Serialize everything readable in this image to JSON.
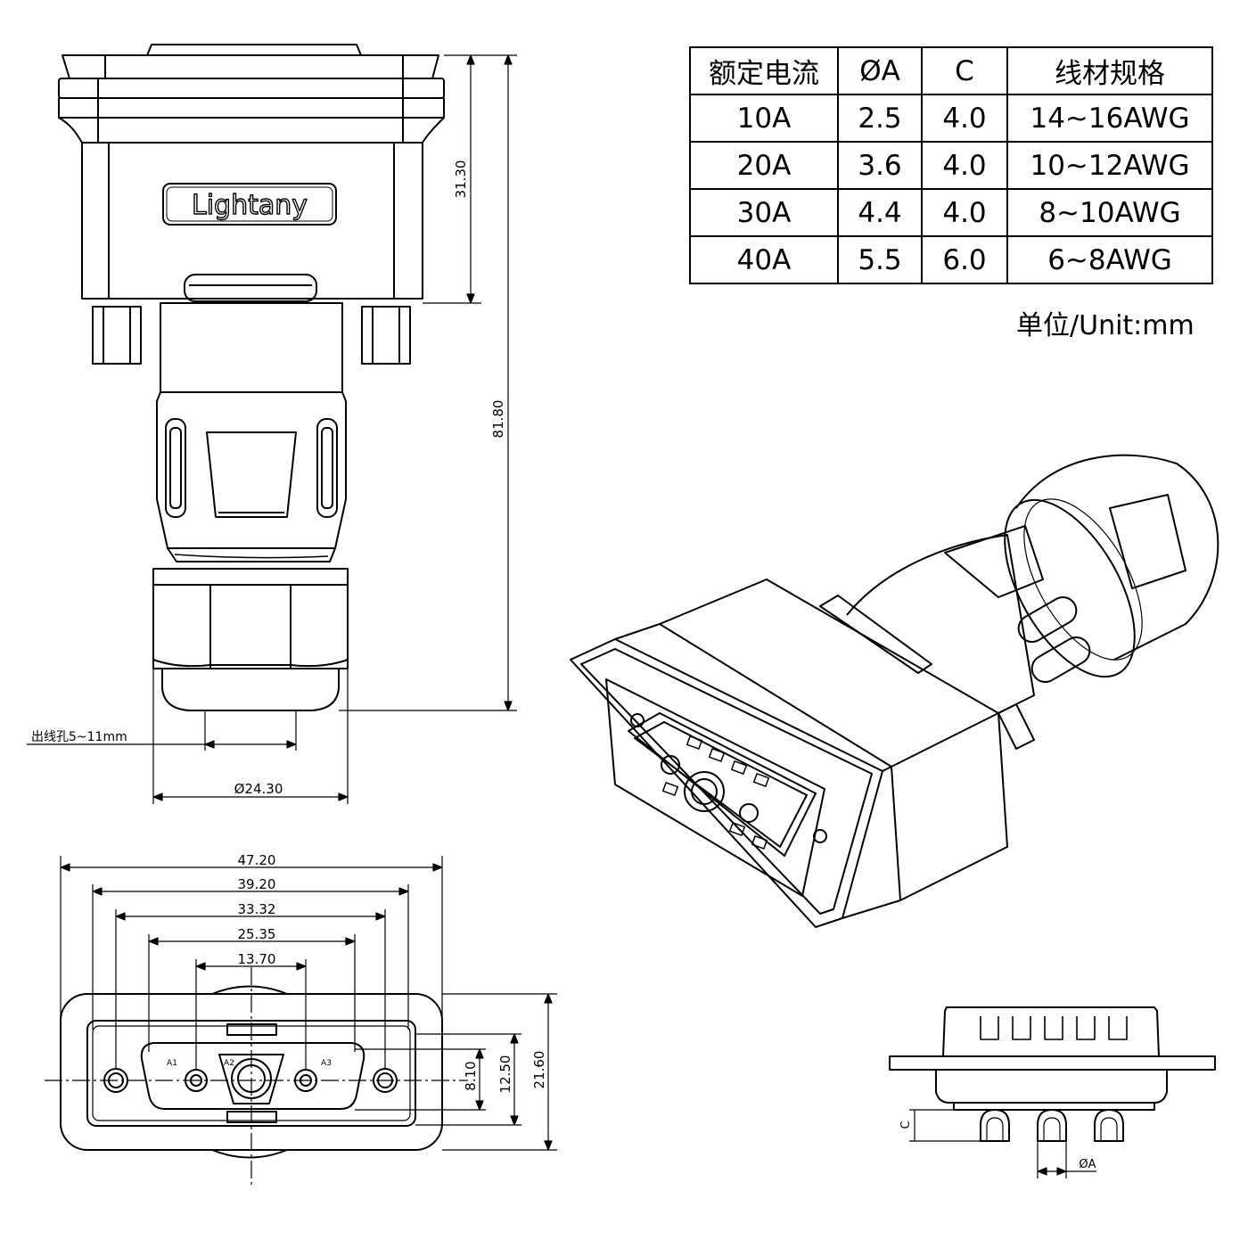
{
  "brand": "Lightany",
  "table": {
    "headers": [
      "额定电流",
      "ØA",
      "C",
      "线材规格"
    ],
    "rows": [
      [
        "10A",
        "2.5",
        "4.0",
        "14~16AWG"
      ],
      [
        "20A",
        "3.6",
        "4.0",
        "10~12AWG"
      ],
      [
        "30A",
        "4.4",
        "4.0",
        "8~10AWG"
      ],
      [
        "40A",
        "5.5",
        "6.0",
        "6~8AWG"
      ]
    ]
  },
  "unit_note": "单位/Unit:mm",
  "side_dims": {
    "upper_height": "31.30",
    "total_height": "81.80",
    "cable_hole": "出线孔5~11mm",
    "diameter": "Ø24.30"
  },
  "front_dims": {
    "w1": "47.20",
    "w2": "39.20",
    "w3": "33.32",
    "w4": "25.35",
    "w5": "13.70",
    "h1": "8.10",
    "h2": "12.50",
    "h3": "21.60"
  },
  "pin_labels": [
    "A1",
    "A2",
    "A3"
  ],
  "pin_dims": {
    "c": "C",
    "phi_a": "ØA"
  },
  "colors": {
    "line": "#000000",
    "body_fill": "#ffffff"
  }
}
